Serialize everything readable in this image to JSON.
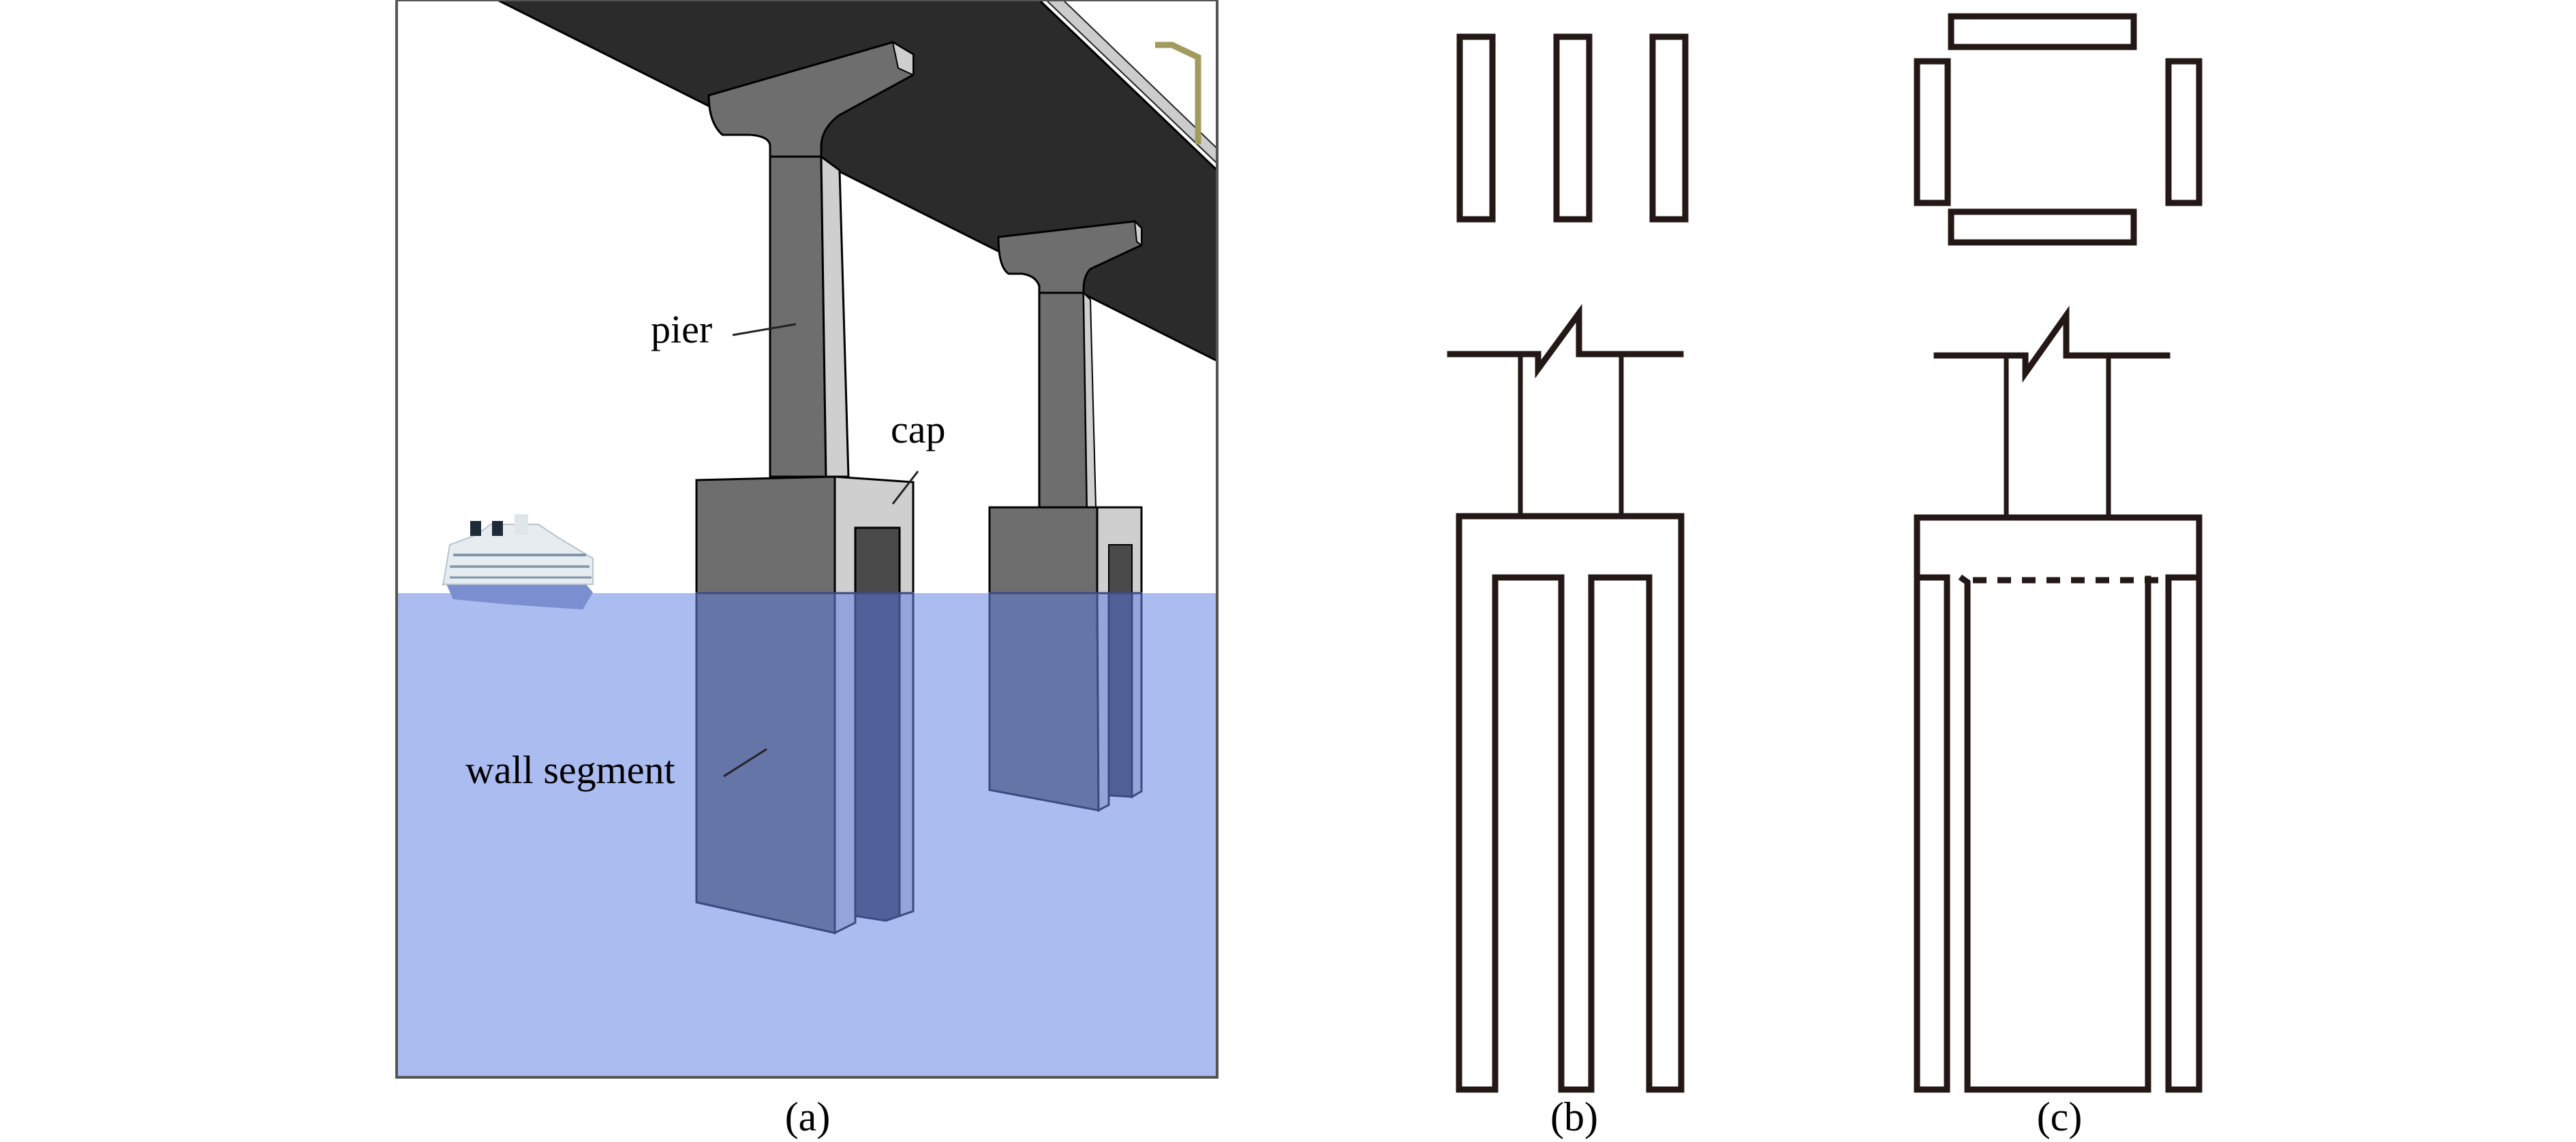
{
  "figure": {
    "panels": [
      {
        "id": "a",
        "caption": "(a)",
        "type": "illustration",
        "labels": {
          "pier": "pier",
          "cap": "cap",
          "wall_segment": "wall segment"
        }
      },
      {
        "id": "b",
        "caption": "(b)",
        "type": "schematic",
        "plan_view": "three parallel wall segments",
        "elevation_view": "pier on cap with three wall segments"
      },
      {
        "id": "c",
        "caption": "(c)",
        "type": "schematic",
        "plan_view": "four wall segments arranged in a ring",
        "elevation_view": "pier on cap with enclosing wall segments (dashed hidden edge)"
      }
    ]
  },
  "colors": {
    "deck": "#2b2b2b",
    "pier_front": "#6e6e6e",
    "pier_side": "#cfcfcf",
    "cap_inner": "#4a4a4a",
    "water": "#aabcf0",
    "submerged_front": "#6675a8",
    "submerged_inner": "#52609a",
    "rail": "#a19c5e",
    "line_ink": "#231815"
  }
}
